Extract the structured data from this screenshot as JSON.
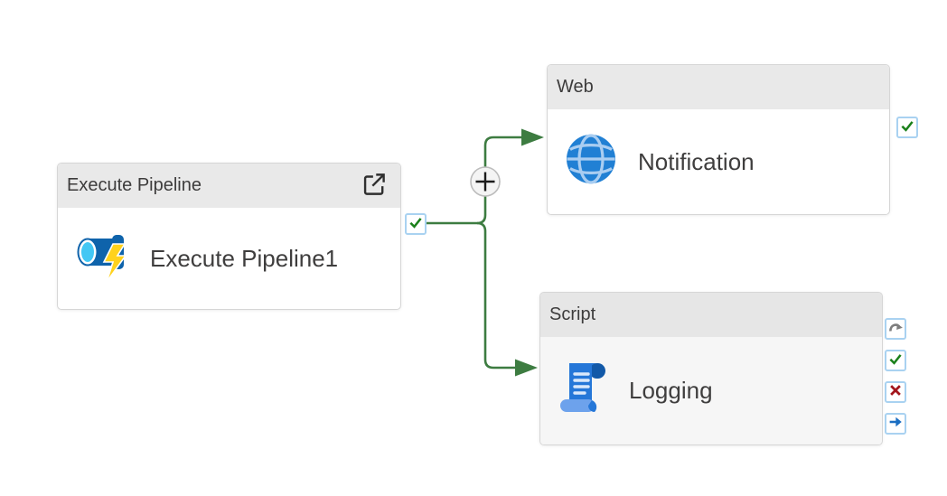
{
  "canvas": {
    "background": "#ffffff"
  },
  "nodes": [
    {
      "type_label": "Execute Pipeline",
      "name": "Execute Pipeline1",
      "icon": "execute-pipeline-icon",
      "header_action_icon": "open-in-new-icon",
      "ports": [
        {
          "kind": "success",
          "icon": "check-icon"
        }
      ]
    },
    {
      "type_label": "Web",
      "name": "Notification",
      "icon": "globe-icon",
      "ports": [
        {
          "kind": "success",
          "icon": "check-icon"
        }
      ]
    },
    {
      "type_label": "Script",
      "name": "Logging",
      "icon": "script-scroll-icon",
      "ports": [
        {
          "kind": "skip",
          "icon": "skip-arrow-icon"
        },
        {
          "kind": "success",
          "icon": "check-icon"
        },
        {
          "kind": "fail",
          "icon": "fail-x-icon"
        },
        {
          "kind": "completion",
          "icon": "completion-arrow-icon"
        }
      ]
    }
  ],
  "connections": [
    {
      "from": "Execute Pipeline1",
      "condition": "success",
      "to": "Notification"
    },
    {
      "from": "Execute Pipeline1",
      "condition": "success",
      "to": "Logging"
    }
  ],
  "add_button": {
    "symbol": "+"
  },
  "colors": {
    "connector_green": "#3d7c41",
    "success_green": "#1a801a",
    "fail_red": "#a3151c",
    "completion_blue": "#1b6ec2",
    "skip_gray": "#7d7d7d",
    "node_header_bg": "#e9e9e9",
    "node_border": "#d6d6d6",
    "port_border": "#a9d2f1",
    "activity_icon_blue": "#2180d4"
  }
}
